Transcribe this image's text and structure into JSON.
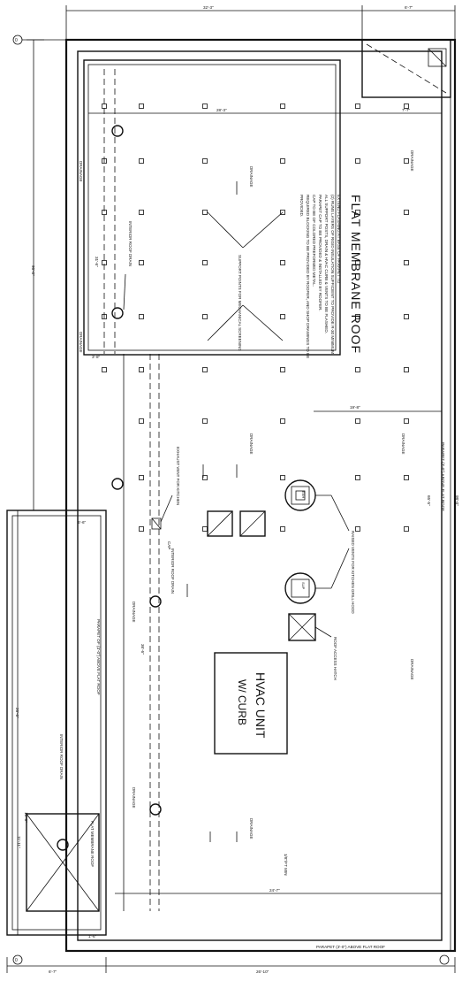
{
  "title": "FLAT MEMBRANE ROOF",
  "general_notes": [
    "EXTEND FLASHING AT BASE OF PARAPET TO",
    "(2) RUNS LAYERS OF RIGID INSULATION SUFFICIENT TO PROVIDE R-30 MINIMUM.",
    "ALL SUPPORT POSTS, DRAIN & HVAC CURB & VENTS TO BE FLASHED.",
    "PARAPET CAP TO BE PROVIDED & INSTALLED BY ROOFER.",
    "CAP TO BE OF COLORED PREFORMED METAL.",
    "REQUIRED BLOCKING TO BE PROVIDED BY ROOFER, AND SHOP DRAWINGS TO BE",
    "PROVIDED."
  ],
  "labels": {
    "drainage": "DRAINAGE",
    "interior_drain": "INTERIOR ROOF DRAIN",
    "supports_mech": "SUPPORT POINTS FOR MECHANICAL SCREENING",
    "exhaust_vent": "EXHAUST VENT FOR KITCHEN",
    "raised_vents": "RAISED VENTS FOR KITCHEN GRILL HOOD",
    "roof_access": "ROOF ACCESS HATCH",
    "hvac": "HVAC UNIT",
    "hvac_curb": "W/ CURB",
    "parapet_top": "PARAPET (3'-0\") ABOVE FLAT ROOF",
    "parapet_right": "PARAPET (3'-0\") ABOVE FLAT ROOF",
    "parapet_left": "PARAPET OF (3'-0\") ABOVE FLAT ROOF",
    "int_drain_left": "INTERIOR ROOF DRAIN",
    "flat_roof_label": "FLAT MEMBRANE ROOF",
    "vent_x1": "EXH",
    "vent_x2": "SUP"
  },
  "dimensions": {
    "top_span": "32'-3\"",
    "top_right": "6'-7\"",
    "inner_top": "28'-3\"",
    "inner_right": "7'-7\"",
    "left_overall": "96'-0\"",
    "left_drain_span": "31'-6\"",
    "left_lower": "26'-6\"",
    "left_small1": "3'-8\"",
    "left_small2": "5'-6\"",
    "mid_span": "36'-6\"",
    "right_overall": "98'-0\"",
    "right_mid": "65'-5\"",
    "horiz_mid": "19'-8\"",
    "bottom_left": "6'-7\"",
    "bottom_span": "26'-10\"",
    "bottom_mid": "24'-7\"",
    "bottom_small": "1'-6\"",
    "slope_note": "1/8\"/FT MIN",
    "lower_left_a": "10'-6\"",
    "lower_left_b": "11'-11\""
  },
  "grid_marks": [
    "0",
    "0"
  ],
  "other": {
    "cap": "CAP"
  }
}
